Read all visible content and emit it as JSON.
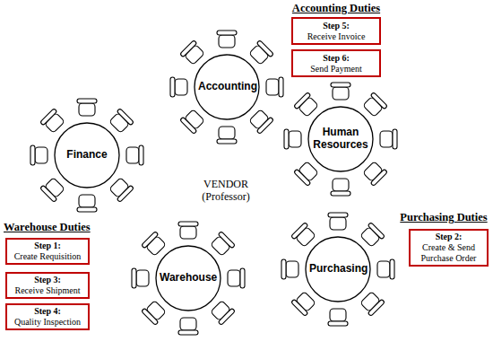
{
  "diagram": {
    "nodes": [
      {
        "text": [
          "Step 5:",
          "Receive Invoice"
        ]
      },
      {
        "text": [
          "Step 6:",
          "Send Payment"
        ]
      },
      {
        "text": [
          "Accounting"
        ]
      },
      {
        "text": [
          "Finance"
        ]
      },
      {
        "text": [
          "Human Resources"
        ]
      },
      {
        "text": [
          "Step 2:",
          "Create & Send Purchase Order"
        ]
      },
      {
        "text": [
          "Step 1:",
          "Create Requisition"
        ]
      },
      {
        "text": [
          "Step 3:",
          "Receive Shipment"
        ]
      },
      {
        "text": [
          "Step 4:",
          "Quality Inspection"
        ]
      },
      {
        "text": [
          "Warehouse"
        ]
      },
      {
        "text": [
          "Purchasing"
        ]
      }
    ],
    "labels": [
      "Accounting Duties",
      "VENDOR (Professor)",
      "Warehouse Duties",
      "Purchasing Duties"
    ]
  }
}
